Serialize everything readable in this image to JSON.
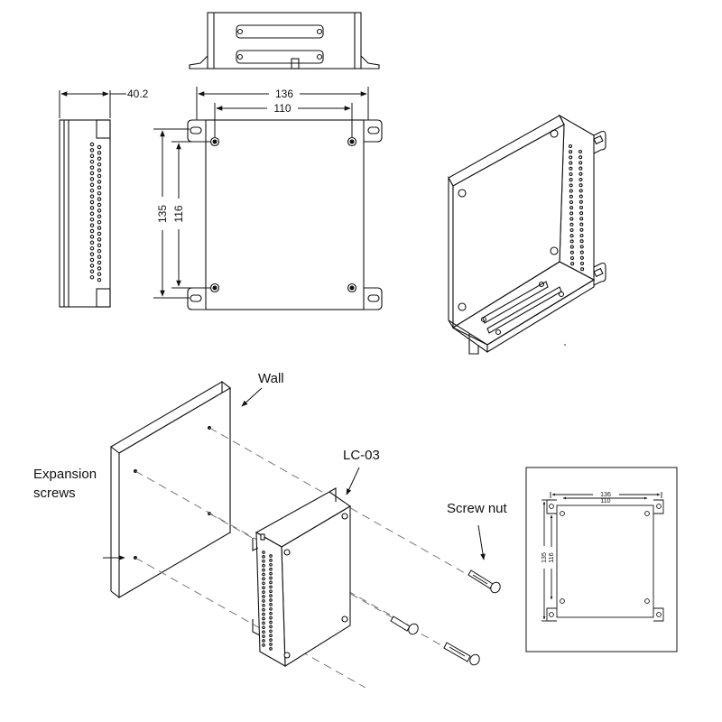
{
  "dimensions": {
    "depth": "40.2",
    "outer_width": "136",
    "inner_width": "110",
    "outer_height": "135",
    "inner_height": "116"
  },
  "labels": {
    "wall": "Wall",
    "model": "LC-03",
    "expansion_line1": "Expansion",
    "expansion_line2": "screws",
    "screw_nut": "Screw nut"
  },
  "inset_dimensions": {
    "outer_width": "136",
    "inner_width": "110",
    "outer_height": "135",
    "inner_height": "116"
  }
}
